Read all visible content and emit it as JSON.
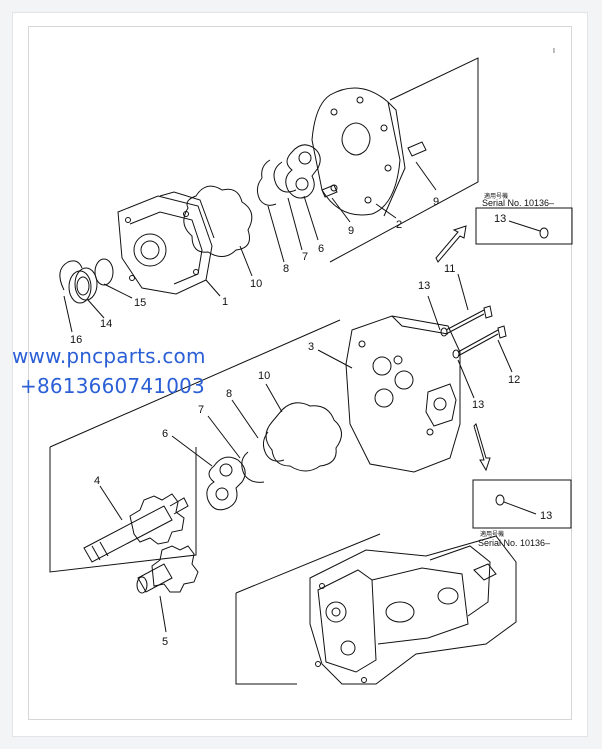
{
  "watermark": {
    "url": "www.pncparts.com",
    "phone": "+8613660741003",
    "color": "#2b5fd6"
  },
  "corner_mark": "I",
  "serial_boxes": [
    {
      "jp_label": "適用号機",
      "serial": "Serial No. 10136–",
      "part": "13"
    },
    {
      "jp_label": "適用号機",
      "serial": "Serial No. 10136–",
      "part": "13"
    }
  ],
  "callouts": {
    "n1": "1",
    "n2": "2",
    "n3": "3",
    "n4": "4",
    "n5": "5",
    "n6a": "6",
    "n6b": "6",
    "n7a": "7",
    "n7b": "7",
    "n8a": "8",
    "n8b": "8",
    "n9a": "9",
    "n9b": "9",
    "n10a": "10",
    "n10b": "10",
    "n11": "11",
    "n12": "12",
    "n13a": "13",
    "n13b": "13",
    "n14": "14",
    "n15": "15",
    "n16": "16"
  }
}
